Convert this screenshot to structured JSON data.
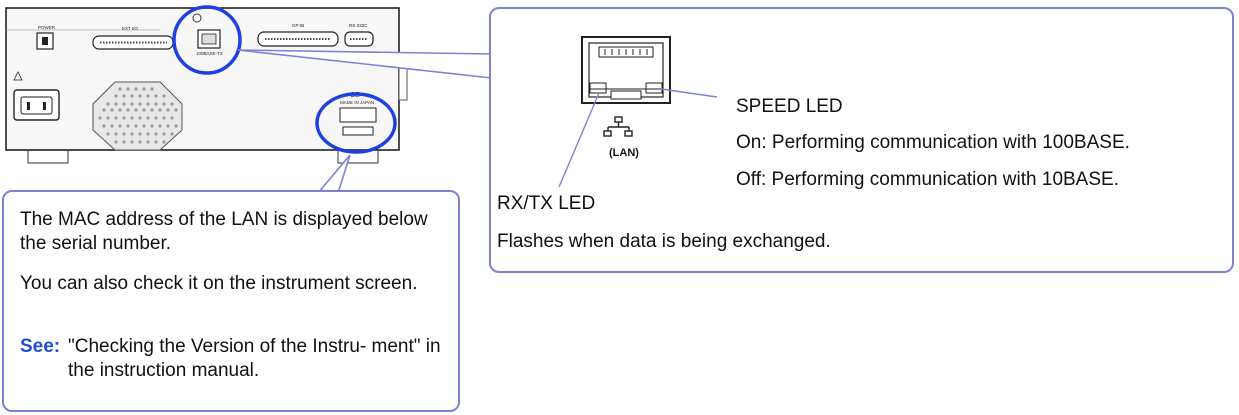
{
  "instrument_panel": {
    "labels": {
      "power": "POWER",
      "ext_io": "EXT I/O",
      "lan_port": "100BASE-TX",
      "gpib": "GP-IB",
      "rs232c": "RS-232C",
      "serial_plate": "MADE IN JAPAN",
      "ce_mark": "CE"
    }
  },
  "lan_callout": {
    "port_label": "(LAN)",
    "speed_led": {
      "title": "SPEED LED",
      "on": "On: Performing communication with 100BASE.",
      "off": "Off: Performing communication with 10BASE."
    },
    "rxtx_led": {
      "title": "RX/TX LED",
      "description": "Flashes when data is being exchanged."
    }
  },
  "mac_callout": {
    "paragraph1": "The MAC address of the LAN is displayed below the serial number.",
    "paragraph2": "You can also check it on the instrument screen.",
    "see_label": "See:",
    "see_text": "\"Checking the Version of the Instru- ment\" in the instruction manual."
  },
  "colors": {
    "callout_border": "#7d82d6",
    "highlight_circle": "#1f3fe0",
    "see_label": "#1e4fd8"
  }
}
